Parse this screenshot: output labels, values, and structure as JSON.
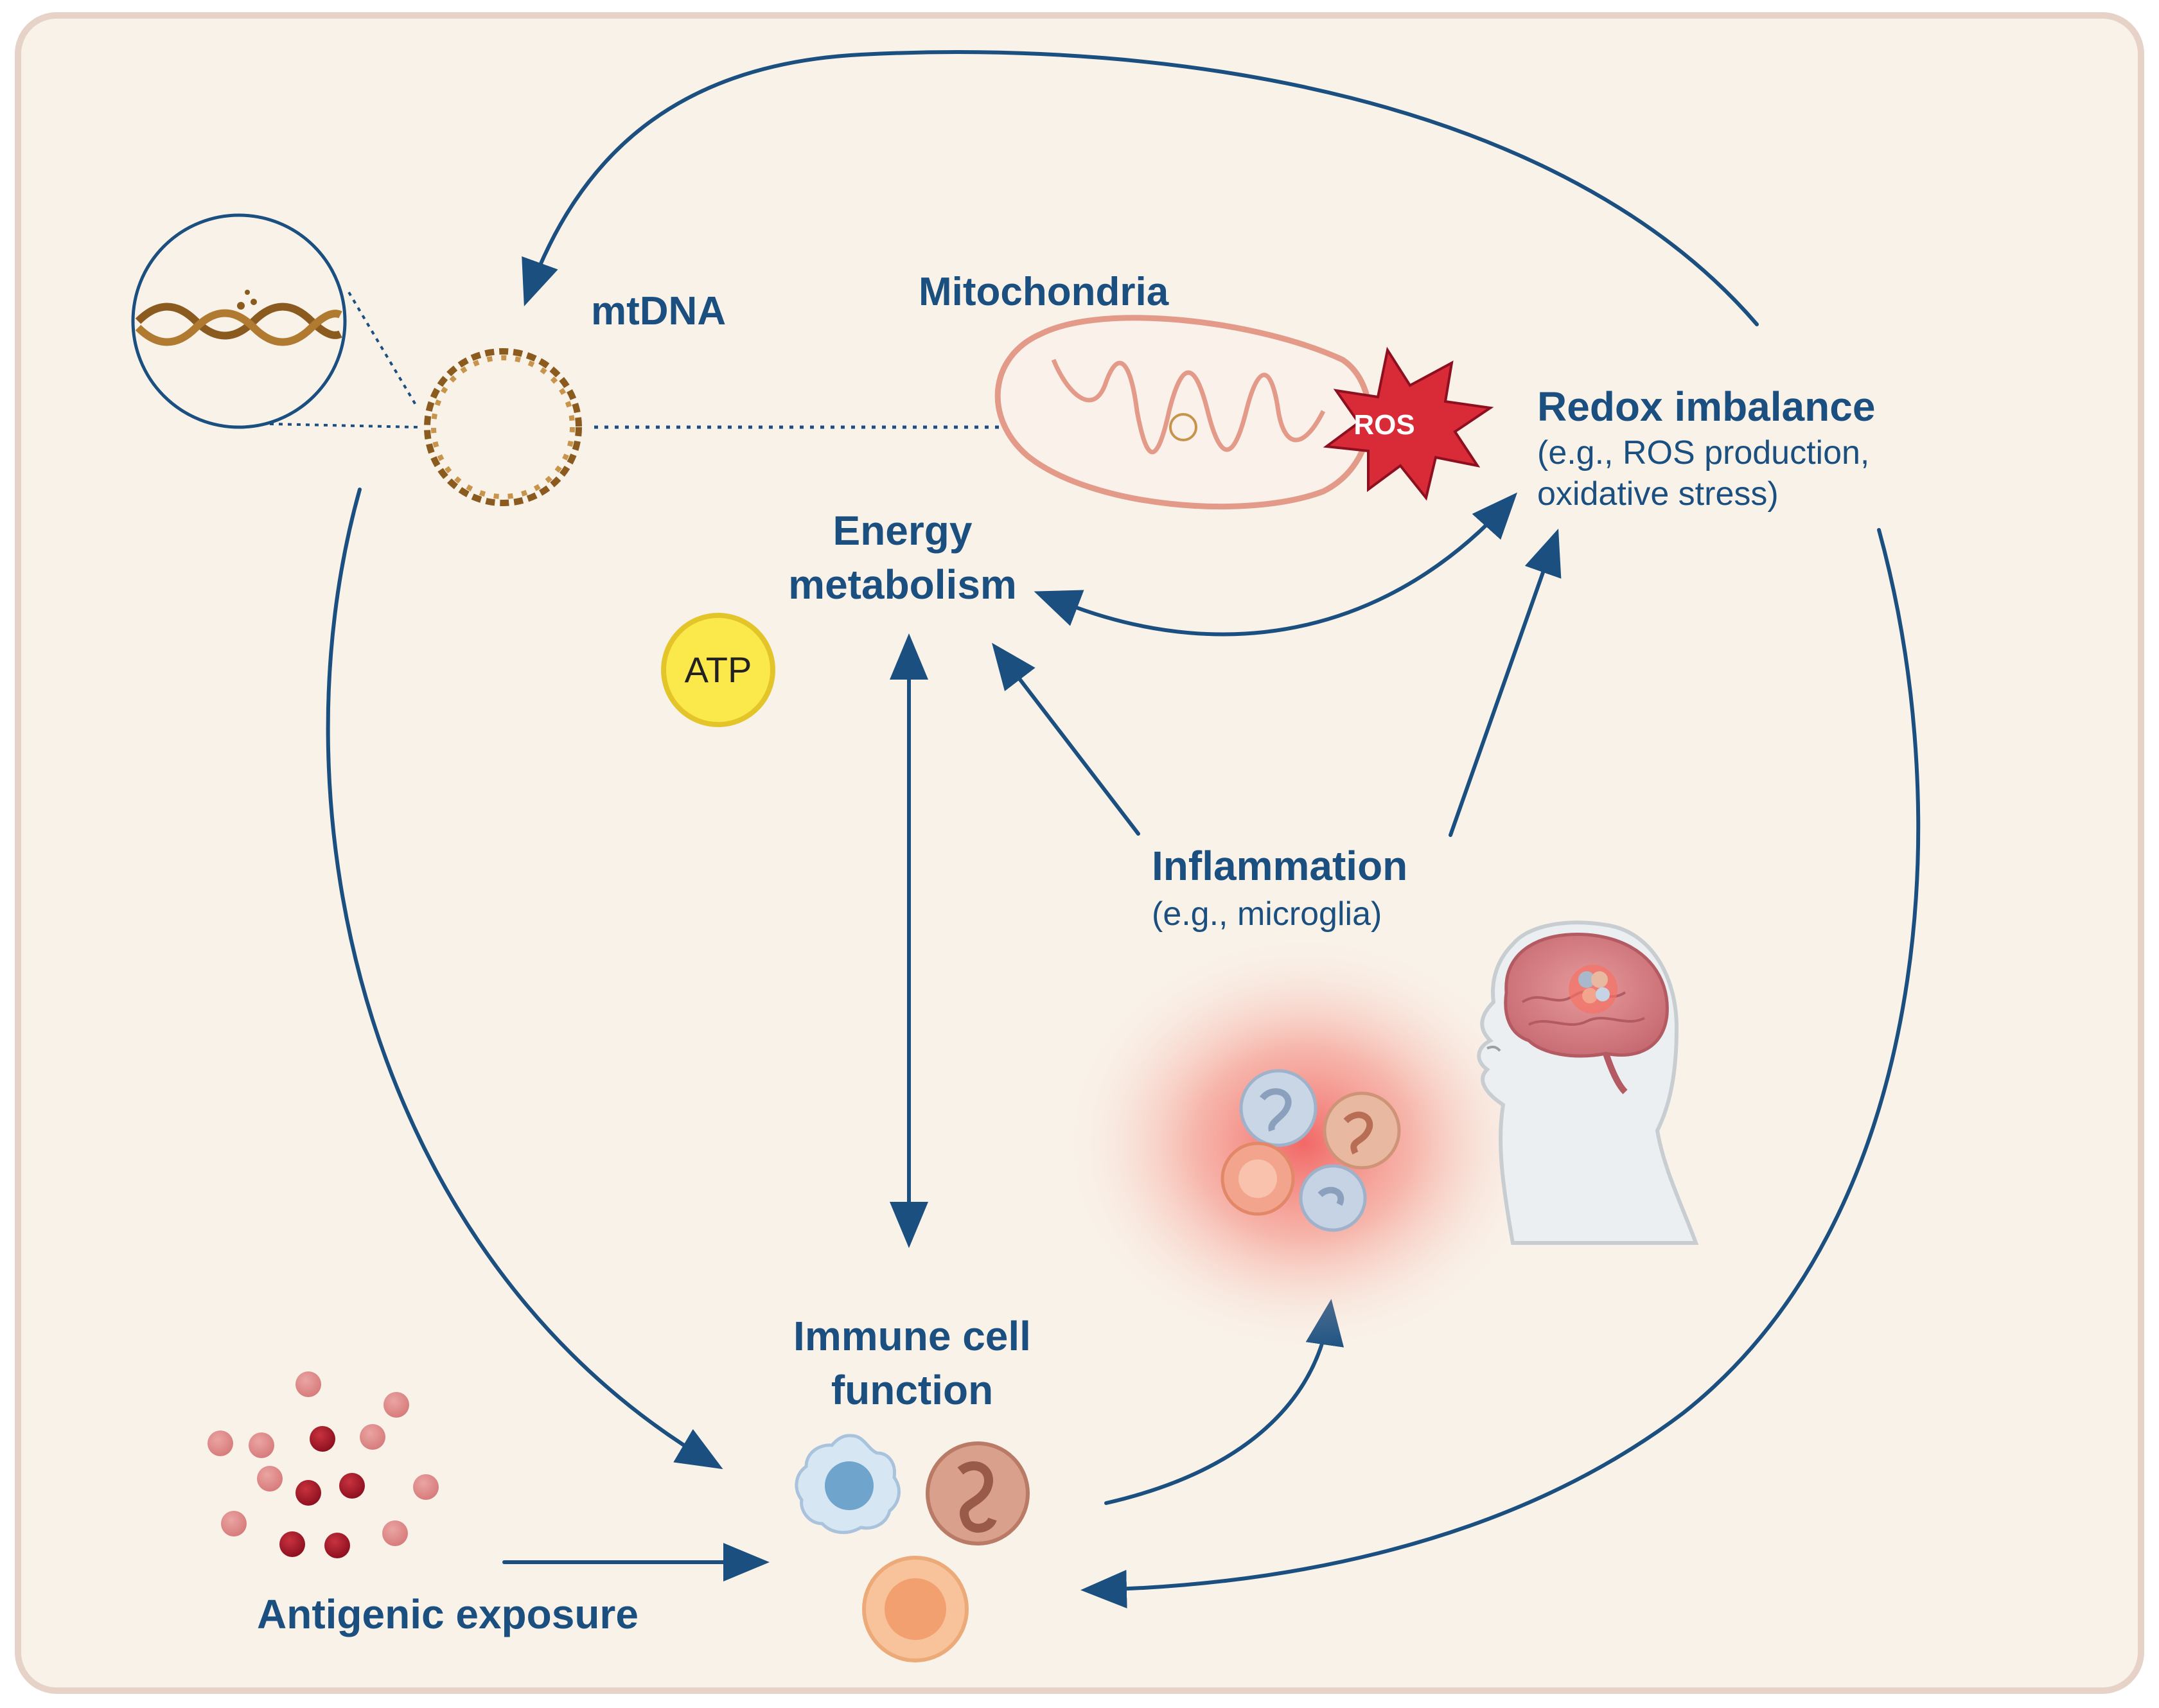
{
  "labels": {
    "mtdna": "mtDNA",
    "mitochondria": "Mitochondria",
    "ros": "ROS",
    "redox_title": "Redox imbalance",
    "redox_sub1": "(e.g., ROS production,",
    "redox_sub2": "oxidative stress)",
    "energy_line1": "Energy",
    "energy_line2": "metabolism",
    "atp": "ATP",
    "inflammation_title": "Inflammation",
    "inflammation_sub": "(e.g., microglia)",
    "immune_line1": "Immune cell",
    "immune_line2": "function",
    "antigen": "Antigenic exposure"
  },
  "colors": {
    "background": "#f9f2e9",
    "frame_border": "#e6d2c6",
    "text_and_arrows": "#1a4f80",
    "ros_burst": "#d92b37",
    "atp_fill": "#fbe84a",
    "mitochondria_outline": "#e39a88",
    "dna_brown": "#8a5a1e",
    "inflammation_glow": "#f25a5a"
  },
  "icons": [
    "dna-helix-icon",
    "mtdna-circle-icon",
    "mitochondrion-icon",
    "ros-burst-icon",
    "atp-molecule-icon",
    "antigen-particles-icon",
    "immune-cells-icon",
    "microglia-cells-icon",
    "human-head-brain-icon"
  ]
}
